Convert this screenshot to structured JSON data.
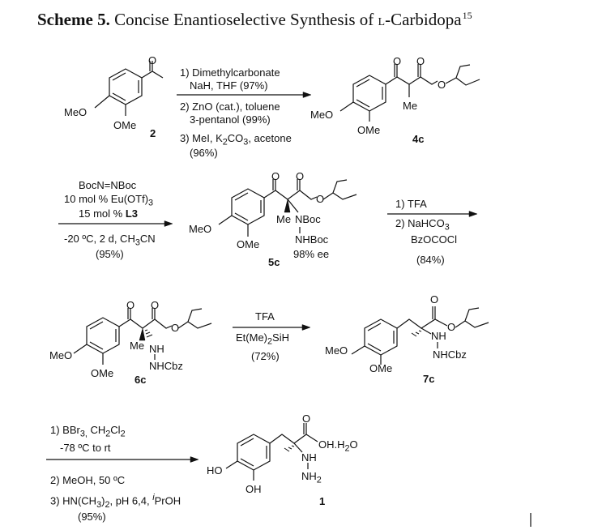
{
  "title": {
    "bold": "Scheme 5.",
    "text_before": " Concise Enantioselective Synthesis of ",
    "smallcap_L": "L",
    "text_after": "-Carbidopa",
    "ref": "15"
  },
  "compounds": {
    "c2": {
      "label": "2",
      "meo": "MeO",
      "ome": "OMe",
      "o": "O"
    },
    "c4c": {
      "label": "4c",
      "meo": "MeO",
      "ome": "OMe",
      "me": "Me",
      "o1": "O",
      "o2": "O",
      "o3": "O"
    },
    "c5c": {
      "label": "5c",
      "meo": "MeO",
      "ome": "OMe",
      "me": "Me",
      "nboc": "NBoc",
      "nhboc": "NHBoc",
      "ee": "98% ee",
      "o1": "O",
      "o2": "O",
      "o3": "O"
    },
    "c6c": {
      "label": "6c",
      "meo": "MeO",
      "ome": "OMe",
      "me": "Me",
      "nh": "NH",
      "nhcbz": "NHCbz",
      "o1": "O",
      "o2": "O",
      "o3": "O"
    },
    "c7c": {
      "label": "7c",
      "meo": "MeO",
      "ome": "OMe",
      "nh": "NH",
      "nhcbz": "NHCbz",
      "o1": "O",
      "o2": "O"
    },
    "c1": {
      "label": "1",
      "ho": "HO",
      "oh": "OH",
      "ohh2o": "OH.H",
      "ohh2o_sub": "2",
      "ohh2o_end": "O",
      "nh": "NH",
      "nh2": "NH",
      "nh2_sub": "2",
      "o": "O"
    }
  },
  "steps": {
    "s1": {
      "a1": "1) Dimethylcarbonate",
      "a2": "NaH, THF (97%)",
      "b1": "2) ZnO (cat.), toluene",
      "b2": "3-pentanol (99%)",
      "c1_pre": "3) MeI, K",
      "c1_sub": "2",
      "c1_mid": "CO",
      "c1_sub2": "3",
      "c1_post": ", acetone",
      "c2": "(96%)"
    },
    "s2": {
      "a1": "BocN=NBoc",
      "a2_pre": "10 mol % Eu(OTf)",
      "a2_sub": "3",
      "a3_pre": "15 mol % ",
      "a3_bold": "L3",
      "b1": "-20 ºC, 2 d, CH",
      "b1_sub": "3",
      "b1_post": "CN",
      "b2": "(95%)"
    },
    "s3": {
      "a1": "1) TFA",
      "a2_pre": "2) NaHCO",
      "a2_sub": "3",
      "b1": "BzOCOCl",
      "b2": "(84%)"
    },
    "s4": {
      "a1": "TFA",
      "a2_pre": "Et(Me)",
      "a2_sub": "2",
      "a2_post": "SiH",
      "b1": "(72%)"
    },
    "s5": {
      "a1_pre": "1) BBr",
      "a1_sub": "3,",
      "a1_mid": " CH",
      "a1_sub2": "2",
      "a1_mid2": "Cl",
      "a1_sub3": "2",
      "a2": "-78 ºC to rt",
      "b1": "2) MeOH, 50 ºC",
      "b2_pre": "3) HN(CH",
      "b2_sub": "3",
      "b2_mid": ")",
      "b2_sub2": "2",
      "b2_mid2": ", pH 6,4, ",
      "b2_sup": "i",
      "b2_post": "PrOH",
      "b3": "(95%)"
    }
  }
}
